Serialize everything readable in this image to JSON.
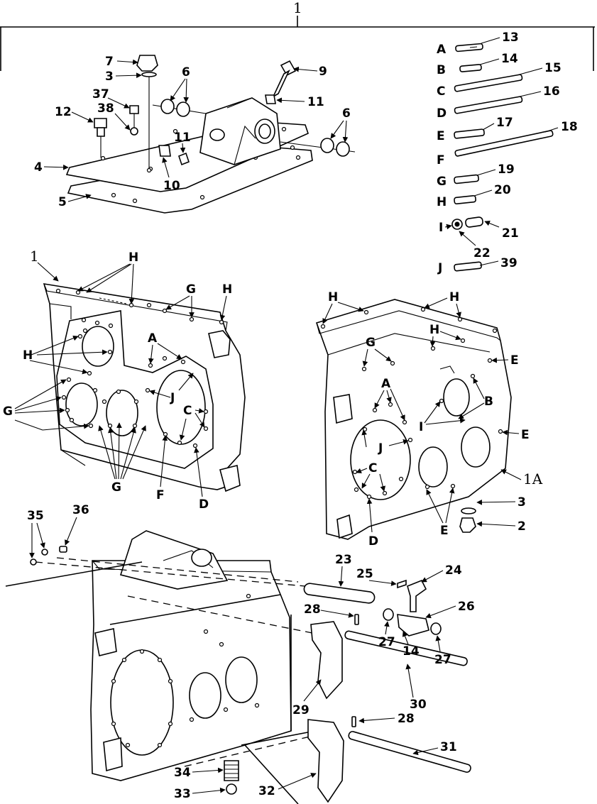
{
  "header": {
    "assembly_number": "1"
  },
  "pin_legend": [
    {
      "letter": "A",
      "number": "13"
    },
    {
      "letter": "B",
      "number": "14"
    },
    {
      "letter": "C",
      "number": "15"
    },
    {
      "letter": "D",
      "number": "16"
    },
    {
      "letter": "E",
      "number": "17"
    },
    {
      "letter": "F",
      "number": "18"
    },
    {
      "letter": "G",
      "number": "19"
    },
    {
      "letter": "H",
      "number": "20"
    },
    {
      "letter": "I",
      "number": "21",
      "sub_number": "22"
    },
    {
      "letter": "J",
      "number": "39"
    }
  ],
  "callouts": {
    "n1": "1",
    "n1a": "1A",
    "n2": "2",
    "n3": "3",
    "n4": "4",
    "n5": "5",
    "n6": "6",
    "n7": "7",
    "n9": "9",
    "n10": "10",
    "n11": "11",
    "n12": "12",
    "n14": "14",
    "n23": "23",
    "n24": "24",
    "n25": "25",
    "n26": "26",
    "n27": "27",
    "n28": "28",
    "n29": "29",
    "n30": "30",
    "n31": "31",
    "n32": "32",
    "n33": "33",
    "n34": "34",
    "n35": "35",
    "n36": "36",
    "n37": "37",
    "n38": "38",
    "A": "A",
    "B": "B",
    "C": "C",
    "D": "D",
    "E": "E",
    "F": "F",
    "G": "G",
    "H": "H",
    "I": "I",
    "J": "J"
  }
}
